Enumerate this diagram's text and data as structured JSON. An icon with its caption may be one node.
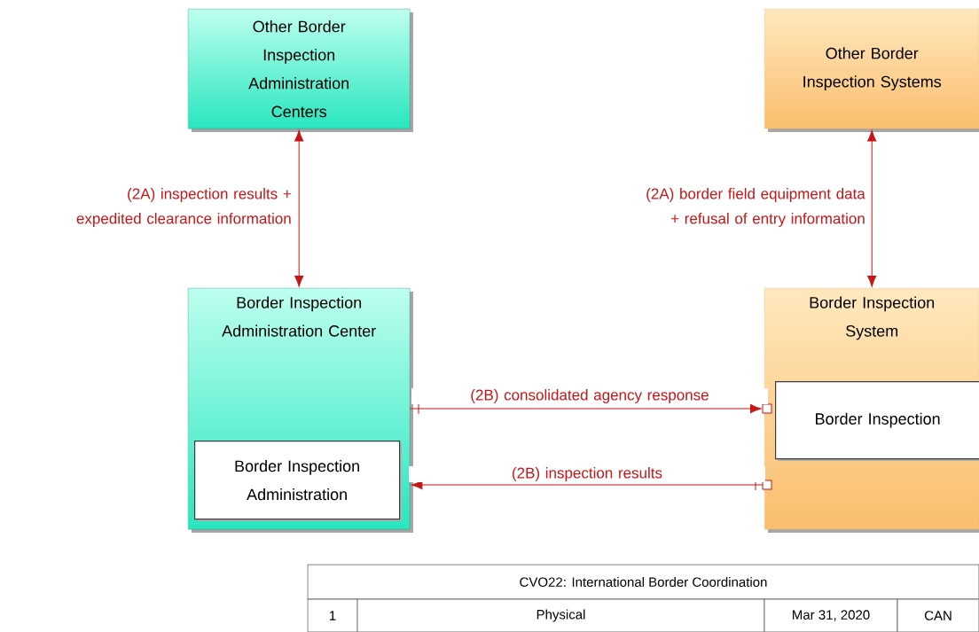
{
  "diagram": {
    "nodes": [
      {
        "text": [
          "Other Border Inspection Administration Centers"
        ]
      },
      {
        "text": [
          "Other Border Inspection Systems"
        ]
      },
      {
        "text": [
          "Border Inspection Administration Center"
        ]
      },
      {
        "text": [
          "Border Inspection Administration"
        ],
        "in": 2
      },
      {
        "text": [
          "Border Inspection System"
        ]
      },
      {
        "text": [
          "Border Inspection"
        ],
        "in": 4
      }
    ],
    "edges": [
      {
        "from": 0,
        "to": 2,
        "arrow": "both",
        "label": "(2A) inspection results + expedited clearance information"
      },
      {
        "from": 1,
        "to": 4,
        "arrow": "both",
        "label": "(2A) border field equipment data + refusal of entry information"
      },
      {
        "from": 2,
        "to": 4,
        "arrow": "to",
        "label": "(2B) consolidated agency response"
      },
      {
        "from": 4,
        "to": 2,
        "arrow": "to",
        "label": "(2B) inspection results"
      }
    ],
    "labels": [
      "CVO22: International Border Coordination",
      "1",
      "Physical",
      "Mar 31, 2020",
      "CAN"
    ]
  }
}
